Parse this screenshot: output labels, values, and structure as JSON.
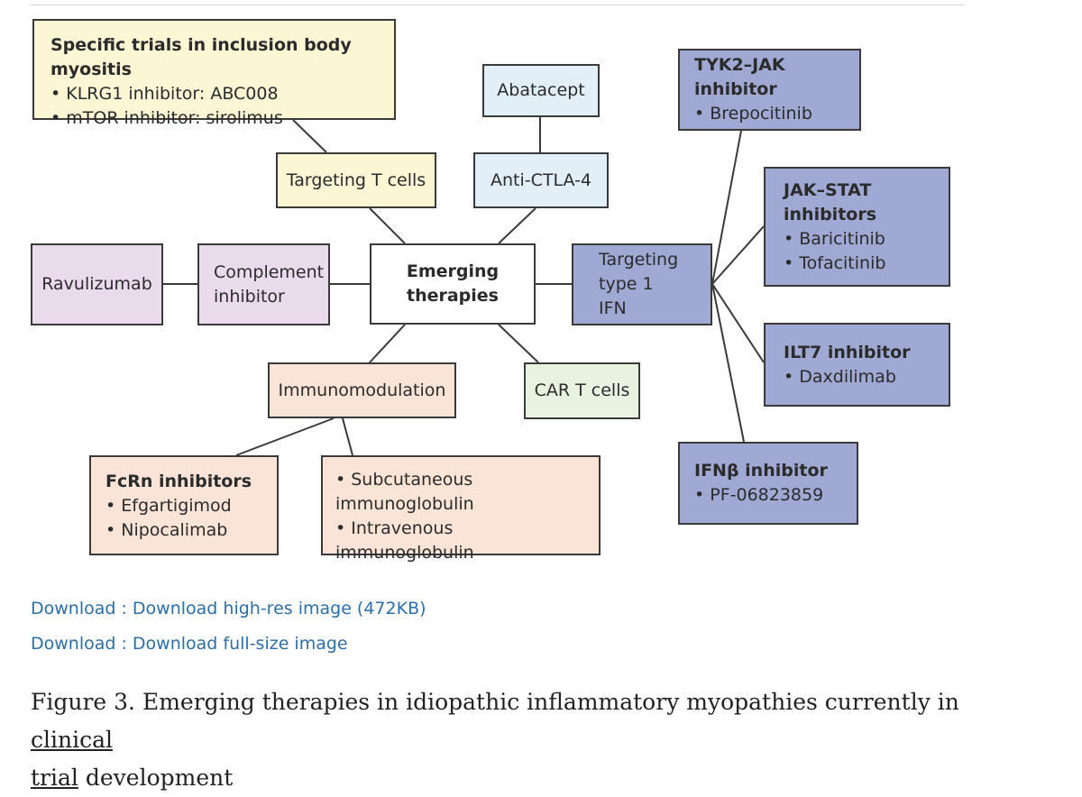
{
  "figure": {
    "nodes": {
      "ibm_trials": {
        "title": "Specific trials in inclusion body myositis",
        "items": [
          "KLRG1 inhibitor: ABC008",
          "mTOR inhibitor: sirolimus"
        ]
      },
      "abatacept": "Abatacept",
      "tyk2": {
        "title": "TYK2–JAK inhibitor",
        "items": [
          "Brepocitinib"
        ]
      },
      "t_cells": "Targeting T cells",
      "anti_ctla4": "Anti-CTLA-4",
      "jak_stat": {
        "title": "JAK–STAT inhibitors",
        "items": [
          "Baricitinib",
          "Tofacitinib"
        ]
      },
      "ravulizumab": "Ravulizumab",
      "complement": [
        "Complement",
        "inhibitor"
      ],
      "emerging": [
        "Emerging",
        "therapies"
      ],
      "type1ifn": [
        "Targeting",
        "type 1 IFN"
      ],
      "ilt7": {
        "title": "ILT7 inhibitor",
        "items": [
          "Daxdilimab"
        ]
      },
      "immunomod": "Immunomodulation",
      "cart": "CAR T cells",
      "ifnb": {
        "title": "IFNβ inhibitor",
        "items": [
          "PF-06823859"
        ]
      },
      "fcrn": {
        "title": "FcRn inhibitors",
        "items": [
          "Efgartigimod",
          "Nipocalimab"
        ]
      },
      "ig": {
        "items": [
          "Subcutaneous immunoglobulin",
          "Intravenous immunoglobulin"
        ]
      }
    },
    "colors": {
      "yellow": "#fcf6d4",
      "light_blue": "#e3eff8",
      "lilac": "#e9dbec",
      "navy": "#9fa9d3",
      "peach": "#fae3d7",
      "mint": "#e7f2e1",
      "border": "#3a3a3a"
    }
  },
  "links": {
    "high_res": "Download : Download high-res image (472KB)",
    "full_size": "Download : Download full-size image"
  },
  "caption": {
    "text_before": "Figure 3. Emerging therapies in idiopathic inflammatory myopathies currently in ",
    "link_clinical": "clinical",
    "link_trial": "trial",
    "text_after": " development"
  }
}
